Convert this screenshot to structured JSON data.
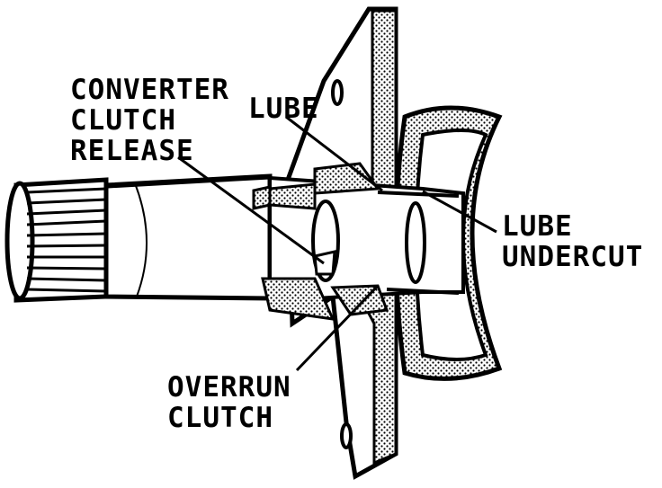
{
  "labels": {
    "converter_clutch_release": [
      "CONVERTER",
      "CLUTCH",
      "RELEASE"
    ],
    "lube": [
      "LUBE"
    ],
    "lube_undercut": [
      "LUBE",
      "UNDERCUT"
    ],
    "overrun_clutch": [
      "OVERRUN",
      "CLUTCH"
    ]
  }
}
